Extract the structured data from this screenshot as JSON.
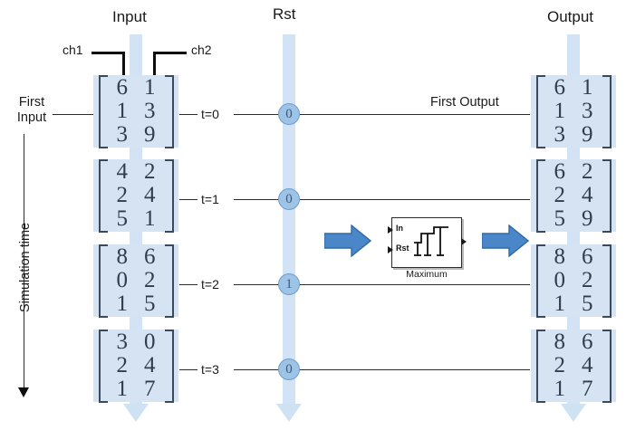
{
  "columns": {
    "input_title": "Input",
    "rst_title": "Rst",
    "output_title": "Output"
  },
  "channel_labels": {
    "ch1": "ch1",
    "ch2": "ch2"
  },
  "annotations": {
    "first_input": "First\nInput",
    "first_input_line1": "First",
    "first_input_line2": "Input",
    "first_output": "First Output",
    "simulation_time": "Simulation time"
  },
  "time_steps": [
    {
      "label": "t=0"
    },
    {
      "label": "t=1"
    },
    {
      "label": "t=2"
    },
    {
      "label": "t=3"
    }
  ],
  "input_samples": [
    {
      "ch1": [
        "6",
        "1",
        "3"
      ],
      "ch2": [
        "1",
        "3",
        "9"
      ]
    },
    {
      "ch1": [
        "4",
        "2",
        "5"
      ],
      "ch2": [
        "2",
        "4",
        "1"
      ]
    },
    {
      "ch1": [
        "8",
        "0",
        "1"
      ],
      "ch2": [
        "6",
        "2",
        "5"
      ]
    },
    {
      "ch1": [
        "3",
        "2",
        "1"
      ],
      "ch2": [
        "0",
        "4",
        "7"
      ]
    }
  ],
  "rst_values": [
    "0",
    "0",
    "1",
    "0"
  ],
  "output_samples": [
    {
      "ch1": [
        "6",
        "1",
        "3"
      ],
      "ch2": [
        "1",
        "3",
        "9"
      ]
    },
    {
      "ch1": [
        "6",
        "2",
        "5"
      ],
      "ch2": [
        "2",
        "4",
        "9"
      ]
    },
    {
      "ch1": [
        "8",
        "0",
        "1"
      ],
      "ch2": [
        "6",
        "2",
        "5"
      ]
    },
    {
      "ch1": [
        "8",
        "2",
        "1"
      ],
      "ch2": [
        "6",
        "4",
        "7"
      ]
    }
  ],
  "block": {
    "name": "Maximum",
    "port_in": "In",
    "port_rst": "Rst"
  },
  "colors": {
    "band": "#cfe2f3",
    "sample_bg": "#d5e3f2",
    "node_fill": "#9dc3e6",
    "node_stroke": "#6d9dcd",
    "arrow_blue": "#4a86c8",
    "arrow_blue_stroke": "#2e6aa8",
    "digit": "#2f3e4f",
    "line": "#2b2b2b"
  }
}
